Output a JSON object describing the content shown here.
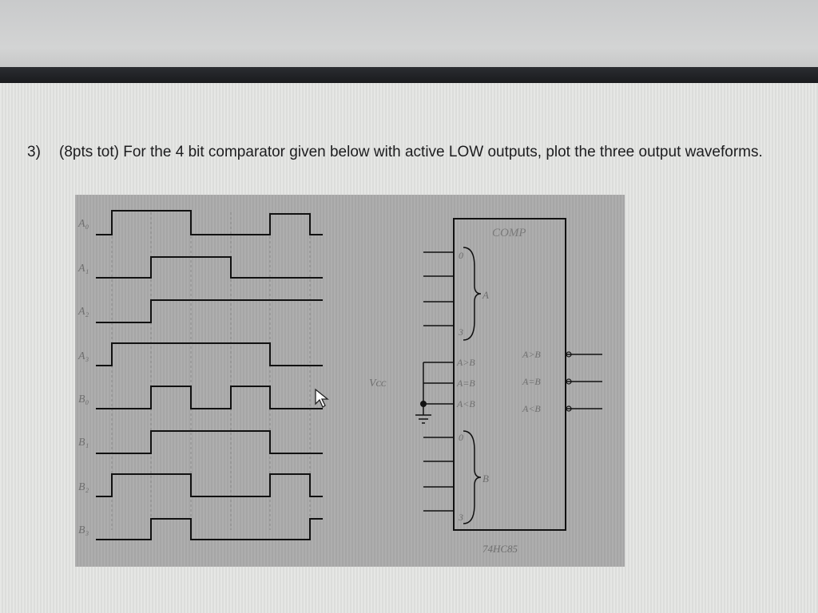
{
  "question": {
    "number": "3)",
    "text": "(8pts tot) For the 4 bit comparator given below with active LOW outputs, plot the three output waveforms."
  },
  "signals": [
    {
      "label": "A₀"
    },
    {
      "label": "A₁"
    },
    {
      "label": "A₂"
    },
    {
      "label": "A₃"
    },
    {
      "label": "B₀"
    },
    {
      "label": "B₁"
    },
    {
      "label": "B₂"
    },
    {
      "label": "B₃"
    }
  ],
  "chip": {
    "title": "COMP",
    "part": "74HC85",
    "group_a": "A",
    "group_b": "B",
    "range_top_a": "0",
    "range_bottom_a": "3",
    "range_top_b": "0",
    "range_bottom_b": "3",
    "cascade_in": [
      "A>B",
      "A=B",
      "A<B"
    ],
    "outputs": [
      "A>B",
      "A=B",
      "A<B"
    ],
    "vcc": "Vᴄᴄ"
  }
}
